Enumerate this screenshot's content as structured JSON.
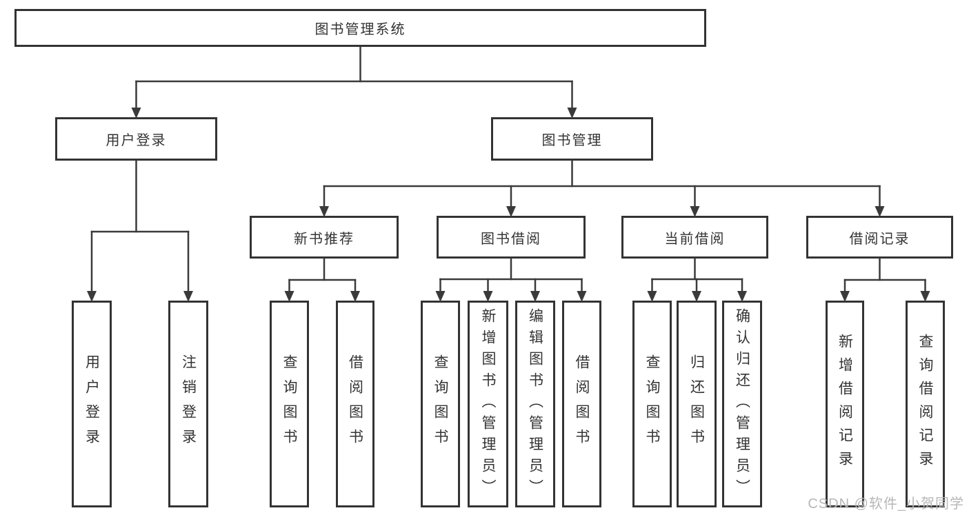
{
  "tree": {
    "id": "root",
    "label": "图书管理系统",
    "children": [
      {
        "id": "user-login",
        "label": "用户登录",
        "children": [
          {
            "id": "leaf-user-login",
            "label": "用户登录"
          },
          {
            "id": "leaf-logout",
            "label": "注销登录"
          }
        ]
      },
      {
        "id": "book-mgmt",
        "label": "图书管理",
        "children": [
          {
            "id": "new-book-rec",
            "label": "新书推荐",
            "children": [
              {
                "id": "leaf-query-books-new",
                "label": "查询图书"
              },
              {
                "id": "leaf-borrow-books-new",
                "label": "借阅图书"
              }
            ]
          },
          {
            "id": "book-borrow",
            "label": "图书借阅",
            "children": [
              {
                "id": "leaf-query-books-borrow",
                "label": "查询图书"
              },
              {
                "id": "leaf-add-books",
                "label": "新增图书（管理员）"
              },
              {
                "id": "leaf-edit-books",
                "label": "编辑图书（管理员）"
              },
              {
                "id": "leaf-borrow-books-borrow",
                "label": "借阅图书"
              }
            ]
          },
          {
            "id": "current-borrow",
            "label": "当前借阅",
            "children": [
              {
                "id": "leaf-query-books-current",
                "label": "查询图书"
              },
              {
                "id": "leaf-return-books",
                "label": "归还图书"
              },
              {
                "id": "leaf-confirm-return",
                "label": "确认归还（管理员）"
              }
            ]
          },
          {
            "id": "borrow-records",
            "label": "借阅记录",
            "children": [
              {
                "id": "leaf-add-borrow-record",
                "label": "新增借阅记录"
              },
              {
                "id": "leaf-query-borrow-record",
                "label": "查询借阅记录"
              }
            ]
          }
        ]
      }
    ]
  },
  "watermark": {
    "text": "CSDN @软件_小贺同学"
  },
  "colors": {
    "line": "#3a3a3a",
    "border": "#333333",
    "text": "#333333",
    "background": "#ffffff",
    "watermark": "#b7b7b7"
  }
}
